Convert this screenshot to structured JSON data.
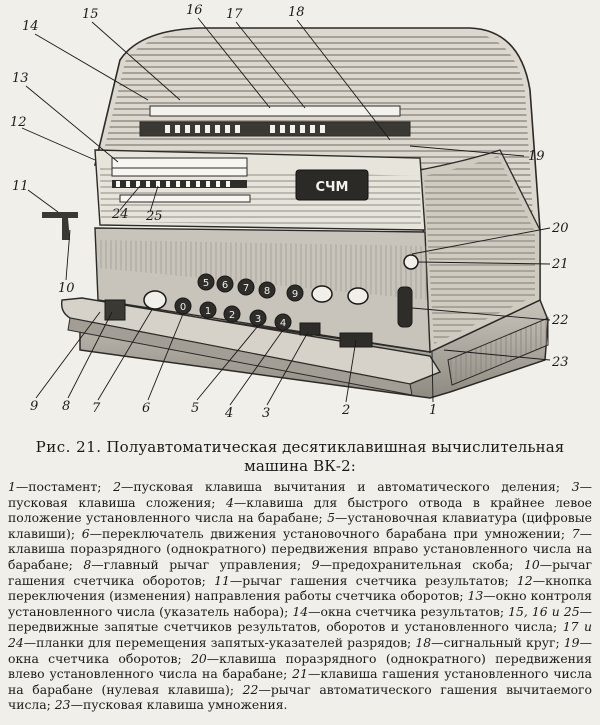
{
  "figure": {
    "callouts": [
      "1",
      "2",
      "3",
      "4",
      "5",
      "6",
      "7",
      "8",
      "9",
      "10",
      "11",
      "12",
      "13",
      "14",
      "15",
      "16",
      "17",
      "18",
      "19",
      "20",
      "21",
      "22",
      "23",
      "24",
      "25"
    ],
    "digit_keys": [
      "0",
      "1",
      "2",
      "3",
      "4",
      "5",
      "6",
      "7",
      "8",
      "9"
    ],
    "nameplate": "СЧМ"
  },
  "caption": {
    "label": "Рис. 21.",
    "text": "Полуавтоматическая десятиклавишная вычислительная машина ВК-2:"
  },
  "legend": [
    {
      "num": "1",
      "text": "постамент;"
    },
    {
      "num": "2",
      "text": "пусковая клавиша вычитания и автоматического деления;"
    },
    {
      "num": "3",
      "text": "пусковая клавиша сложения;"
    },
    {
      "num": "4",
      "text": "клавиша для быстрого отвода в крайнее левое положение установленного числа на барабане;"
    },
    {
      "num": "5",
      "text": "установочная клавиатура (цифровые клавиши);"
    },
    {
      "num": "6",
      "text": "переключатель движения установочного барабана при умножении;"
    },
    {
      "num": "7",
      "text": "клавиша поразрядного (однократного) передвижения вправо установленного числа на барабане;"
    },
    {
      "num": "8",
      "text": "главный рычаг управления;"
    },
    {
      "num": "9",
      "text": "предохранительная скоба;"
    },
    {
      "num": "10",
      "text": "рычаг гашения счетчика оборотов;"
    },
    {
      "num": "11",
      "text": "рычаг гашения счетчика результатов;"
    },
    {
      "num": "12",
      "text": "кнопка переключения (изменения) направления работы счетчика оборотов;"
    },
    {
      "num": "13",
      "text": "окно контроля установленного числа (указатель набора);"
    },
    {
      "num": "14",
      "text": "окна счетчика результатов;"
    },
    {
      "num": "15, 16 и 25",
      "text": "передвижные запятые счетчиков результатов, оборотов и установленного числа;"
    },
    {
      "num": "17 и 24",
      "text": "планки для перемещения запятых-указателей разрядов;"
    },
    {
      "num": "18",
      "text": "сигнальный круг;"
    },
    {
      "num": "19",
      "text": "окна счетчика оборотов;"
    },
    {
      "num": "20",
      "text": "клавиша поразрядного (однократного) передвижения влево установленного числа на барабане;"
    },
    {
      "num": "21",
      "text": "клавиша гашения установленного числа на барабане (нулевая клавиша);"
    },
    {
      "num": "22",
      "text": "рычаг автоматического гашения вычитаемого числа;"
    },
    {
      "num": "23",
      "text": "пусковая клавиша умножения."
    }
  ]
}
